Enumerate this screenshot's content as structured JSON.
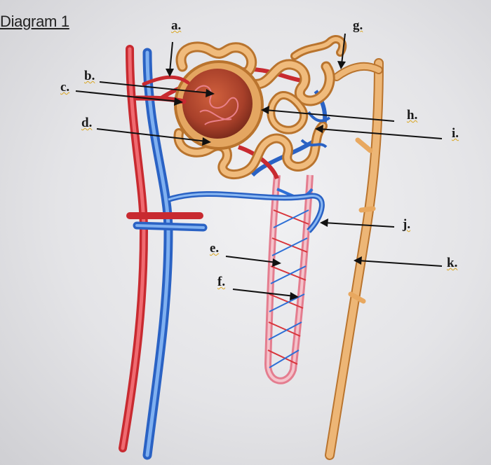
{
  "title": "Diagram 1",
  "labels": {
    "a": "a.",
    "b": "b.",
    "c": "c.",
    "d": "d.",
    "e": "e.",
    "f": "f.",
    "g": "g.",
    "h": "h.",
    "i": "i.",
    "j": "j.",
    "k": "k."
  },
  "colors": {
    "artery": "#d8343a",
    "vein": "#2d6fd6",
    "tubule": "#e8a860",
    "tubule_edge": "#b9742e",
    "glomerulus": "#a8402a",
    "arrow": "#111111"
  }
}
